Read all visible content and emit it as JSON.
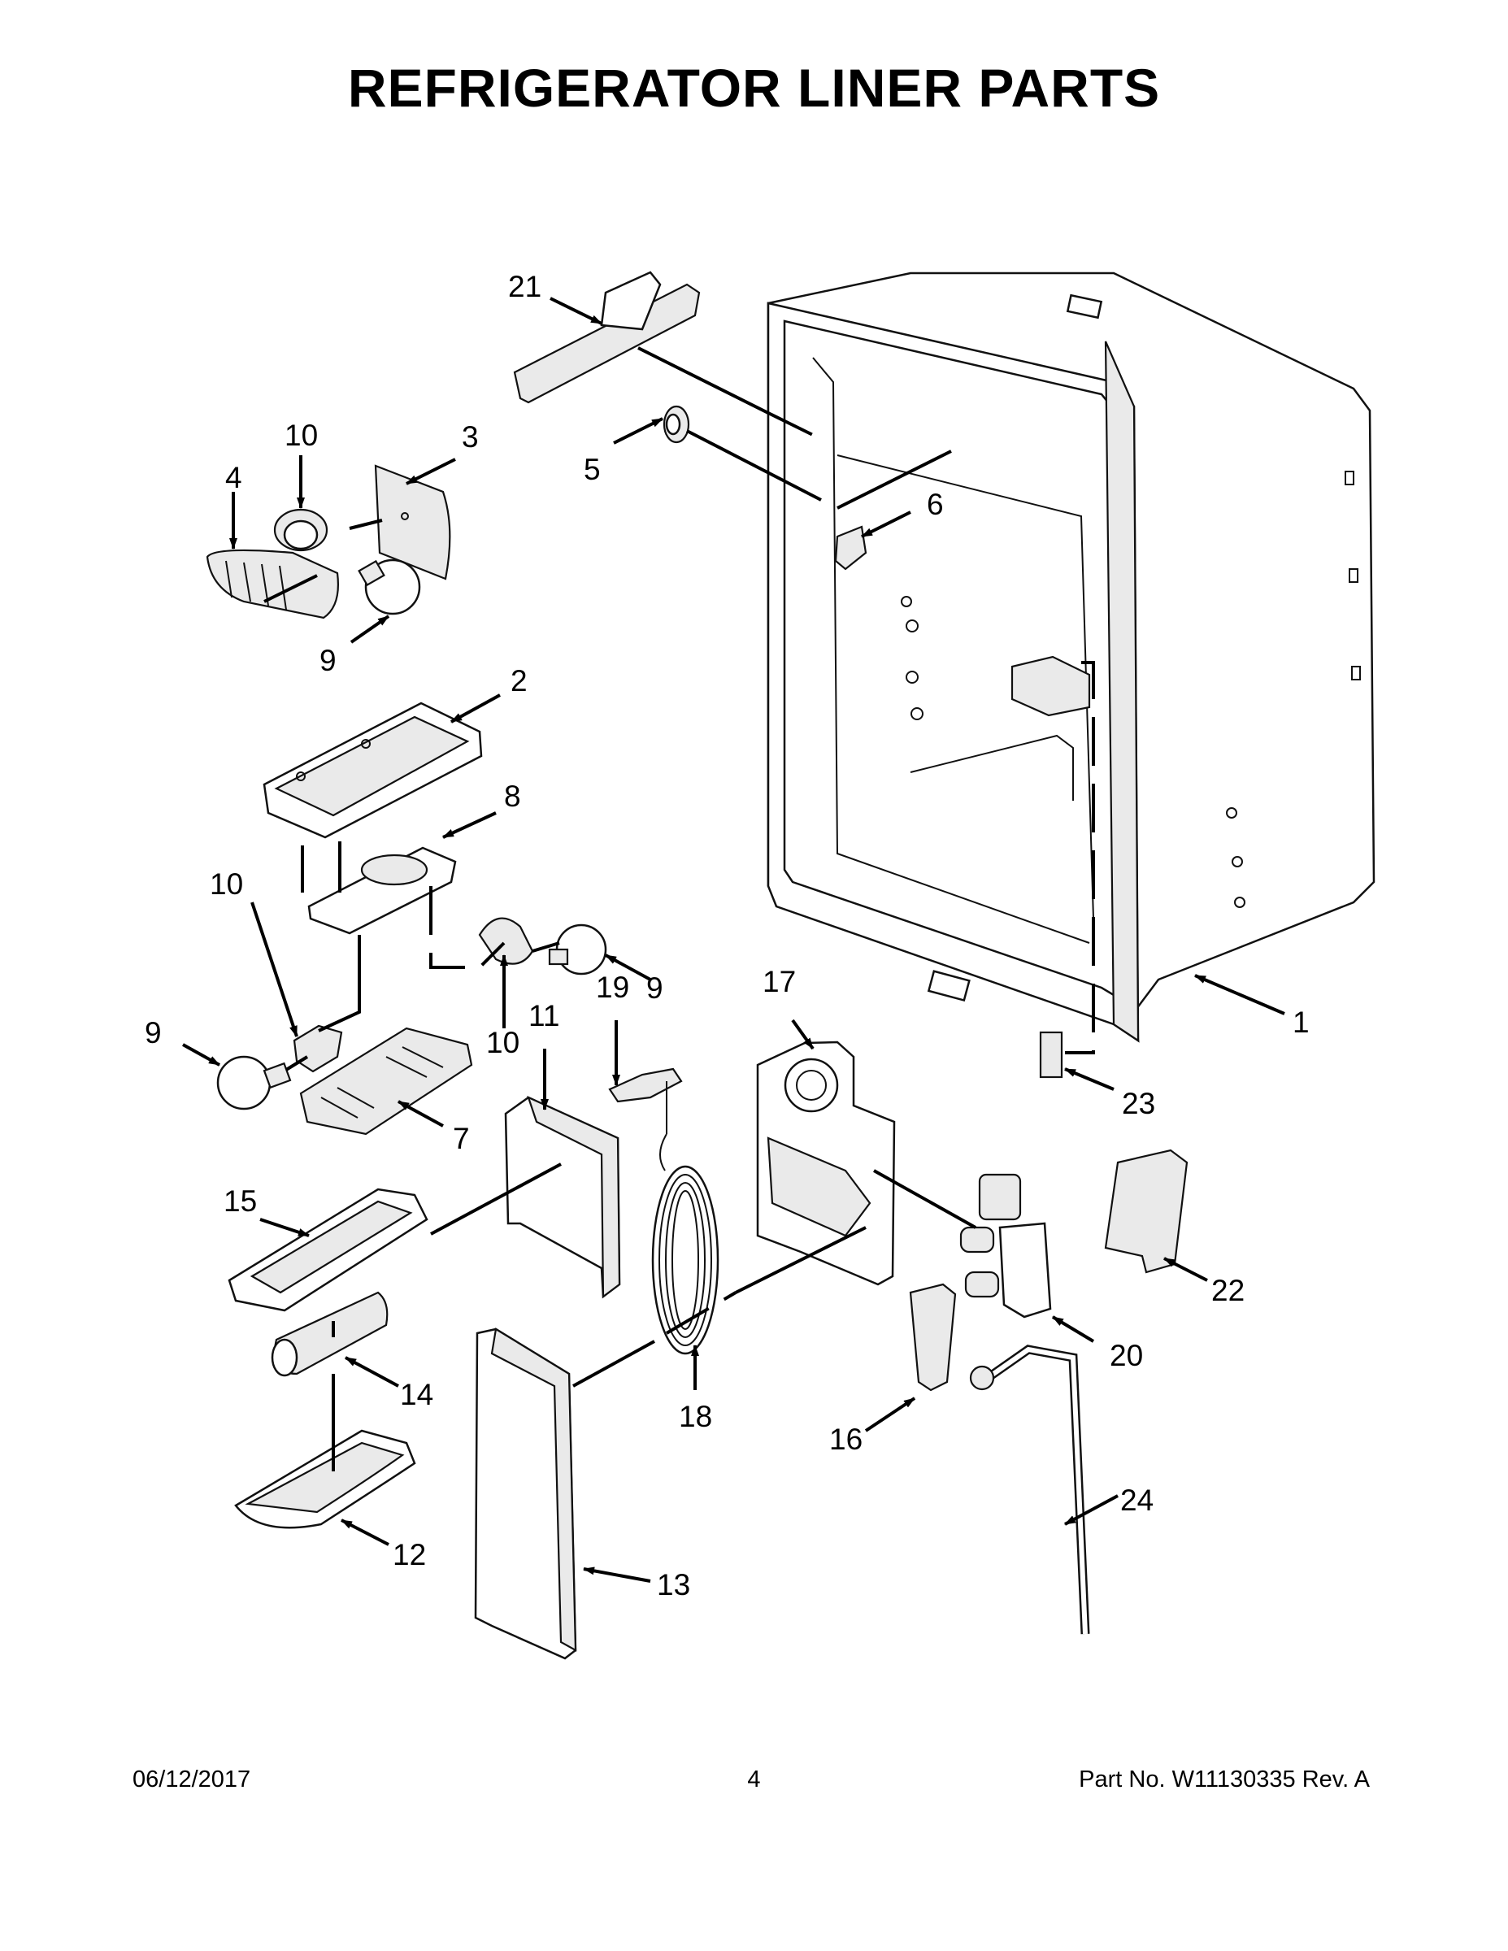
{
  "title": "REFRIGERATOR LINER PARTS",
  "footer": {
    "date": "06/12/2017",
    "page": "4",
    "part_number": "Part No.  W11130335  Rev.  A"
  },
  "callouts": {
    "c1": "1",
    "c2": "2",
    "c3": "3",
    "c4": "4",
    "c5": "5",
    "c6": "6",
    "c7": "7",
    "c8": "8",
    "c9a": "9",
    "c9b": "9",
    "c9c": "9",
    "c10a": "10",
    "c10b": "10",
    "c10c": "10",
    "c11": "11",
    "c12": "12",
    "c13": "13",
    "c14": "14",
    "c15": "15",
    "c16": "16",
    "c17": "17",
    "c18": "18",
    "c19": "19",
    "c20": "20",
    "c21": "21",
    "c22": "22",
    "c23": "23",
    "c24": "24"
  }
}
